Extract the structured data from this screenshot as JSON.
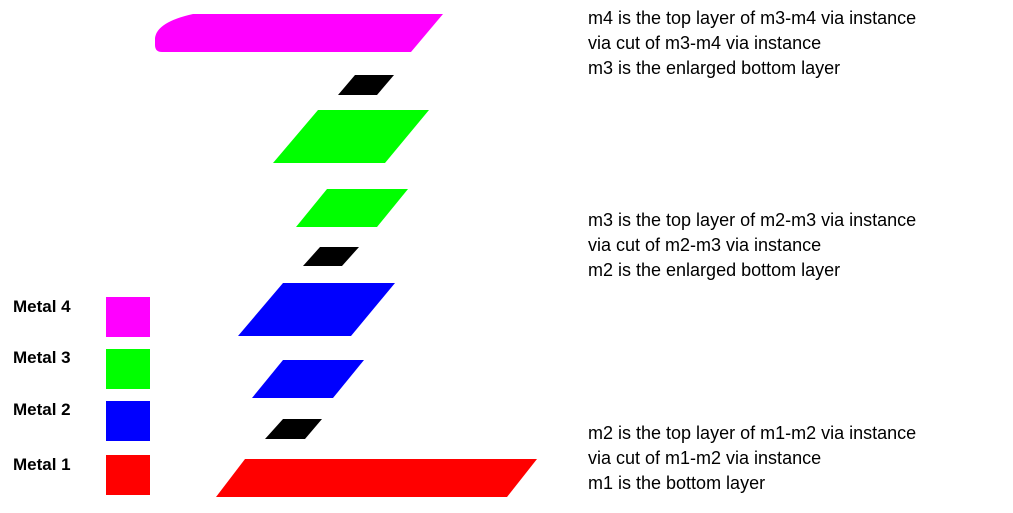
{
  "colors": {
    "metal1": "#ff0000",
    "metal2": "#0000ff",
    "metal3": "#00ff00",
    "metal4": "#ff00ff",
    "via_cut": "#000000",
    "background": "#ffffff"
  },
  "legend": [
    {
      "label": "Metal 4",
      "layer": "metal4"
    },
    {
      "label": "Metal 3",
      "layer": "metal3"
    },
    {
      "label": "Metal 2",
      "layer": "metal2"
    },
    {
      "label": "Metal 1",
      "layer": "metal1"
    }
  ],
  "descriptions": {
    "m3_m4": [
      "m4 is the top layer of m3-m4 via instance",
      "via cut of m3-m4 via instance",
      "m3 is the enlarged bottom layer"
    ],
    "m2_m3": [
      "m3 is the top layer of m2-m3 via instance",
      "via cut of m2-m3 via instance",
      "m2 is the enlarged bottom layer"
    ],
    "m1_m2": [
      "m2 is the top layer of m1-m2 via instance",
      "via cut of m1-m2 via instance",
      "m1 is the bottom layer"
    ]
  }
}
